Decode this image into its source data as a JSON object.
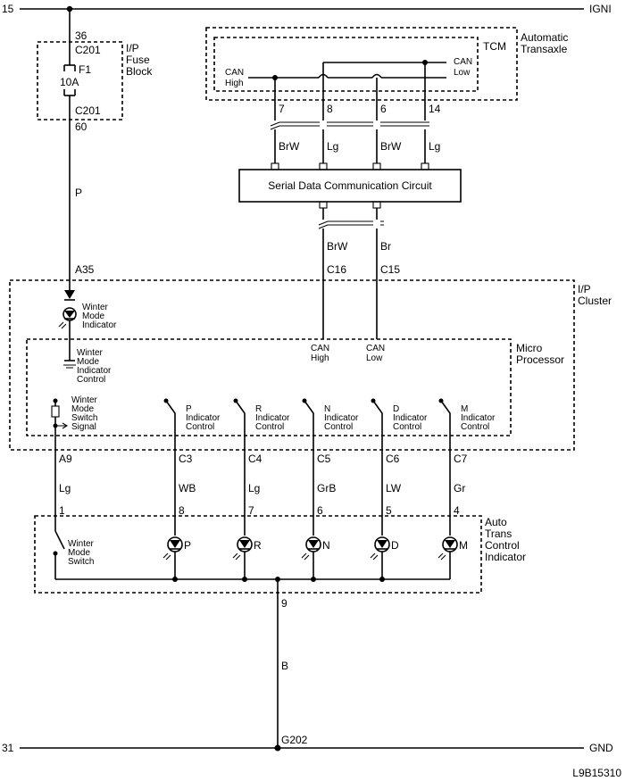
{
  "rails": {
    "top_number": "15",
    "top_name": "IGNI",
    "bottom_number": "31",
    "bottom_name": "GND"
  },
  "fuse_block": {
    "label_line1": "I/P",
    "label_line2": "Fuse",
    "label_line3": "Block",
    "pin_top": "36",
    "conn_top": "C201",
    "fuse_name": "F1",
    "fuse_rating": "10A",
    "conn_bottom": "C201",
    "pin_bottom": "60"
  },
  "feed_wire": {
    "color": "P",
    "pin": "A35"
  },
  "tcm": {
    "name": "TCM",
    "module_line1": "Automatic",
    "module_line2": "Transaxle",
    "can_high_1": "CAN",
    "can_high_2": "High",
    "can_low_1": "CAN",
    "can_low_2": "Low",
    "pins": [
      "7",
      "8",
      "6",
      "14"
    ],
    "wire_colors": [
      "BrW",
      "Lg",
      "BrW",
      "Lg"
    ]
  },
  "serial": {
    "title": "Serial Data Communication Circuit",
    "out_colors": [
      "BrW",
      "Br"
    ],
    "out_conns": [
      "C16",
      "C15"
    ]
  },
  "cluster": {
    "label_line1": "I/P",
    "label_line2": "Cluster",
    "winter_indicator": [
      "Winter",
      "Mode",
      "Indicator"
    ],
    "micro_line1": "Micro",
    "micro_line2": "Processor",
    "winter_control": [
      "Winter",
      "Mode",
      "Indicator",
      "Control"
    ],
    "can_high": [
      "CAN",
      "High"
    ],
    "can_low": [
      "CAN",
      "Low"
    ],
    "winter_switch_signal": [
      "Winter",
      "Mode",
      "Switch",
      "Signal"
    ],
    "gear_controls": [
      {
        "letter": "P",
        "text1": "Indicator",
        "text2": "Control"
      },
      {
        "letter": "R",
        "text1": "Indicator",
        "text2": "Control"
      },
      {
        "letter": "N",
        "text1": "Indicator",
        "text2": "Control"
      },
      {
        "letter": "D",
        "text1": "Indicator",
        "text2": "Control"
      },
      {
        "letter": "M",
        "text1": "Indicator",
        "text2": "Control"
      }
    ]
  },
  "harness": {
    "conns": [
      "A9",
      "C3",
      "C4",
      "C5",
      "C6",
      "C7"
    ],
    "colors": [
      "Lg",
      "WB",
      "Lg",
      "GrB",
      "LW",
      "Gr"
    ],
    "pins": [
      "1",
      "8",
      "7",
      "6",
      "5",
      "4"
    ]
  },
  "indicator_unit": {
    "label_line1": "Auto",
    "label_line2": "Trans",
    "label_line3": "Control",
    "label_line4": "Indicator",
    "switch_text": [
      "Winter",
      "Mode",
      "Switch"
    ],
    "lamps": [
      "P",
      "R",
      "N",
      "D",
      "M"
    ]
  },
  "ground": {
    "pin": "9",
    "wire_color": "B",
    "point": "G202"
  },
  "figure_code": "L9B15310"
}
